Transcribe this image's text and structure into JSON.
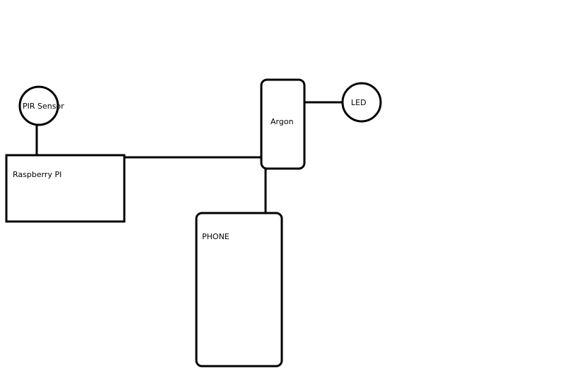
{
  "diagram": {
    "nodes": {
      "pir_sensor": {
        "label": "PIR Sensor",
        "shape": "circle"
      },
      "led": {
        "label": "LED",
        "shape": "circle"
      },
      "raspberry_pi": {
        "label": "Raspberry PI",
        "shape": "rectangle"
      },
      "argon": {
        "label": "Argon",
        "shape": "rounded-rectangle"
      },
      "phone": {
        "label": "PHONE",
        "shape": "rounded-rectangle"
      }
    },
    "edges": [
      {
        "from": "pir_sensor",
        "to": "raspberry_pi"
      },
      {
        "from": "raspberry_pi",
        "to": "argon"
      },
      {
        "from": "argon",
        "to": "led"
      },
      {
        "from": "argon",
        "to": "phone"
      }
    ],
    "colors": {
      "stroke": "#000000",
      "fill": "#ffffff",
      "background": "#ffffff"
    }
  }
}
